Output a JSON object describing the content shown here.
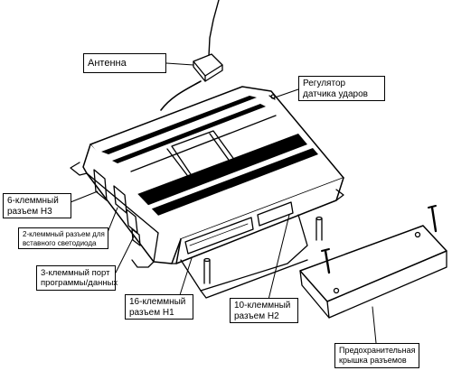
{
  "labels": {
    "antenna": "Антенна",
    "shock_sensor_line1": "Регулятор",
    "shock_sensor_line2": "датчика ударов",
    "conn_h3_line1": "6-клеммный",
    "conn_h3_line2": "разъем Н3",
    "led_conn_line1": "2-клеммный разъем для",
    "led_conn_line2": "вставного светодиода",
    "prog_port_line1": "3-клеммный  порт",
    "prog_port_line2": "программы/данных",
    "conn_h1_line1": "16-клеммный",
    "conn_h1_line2": "разъем Н1",
    "conn_h2_line1": "10-клеммный",
    "conn_h2_line2": "разъем Н2",
    "cover_line1": "Предохранительная",
    "cover_line2": "крышка разъемов"
  }
}
